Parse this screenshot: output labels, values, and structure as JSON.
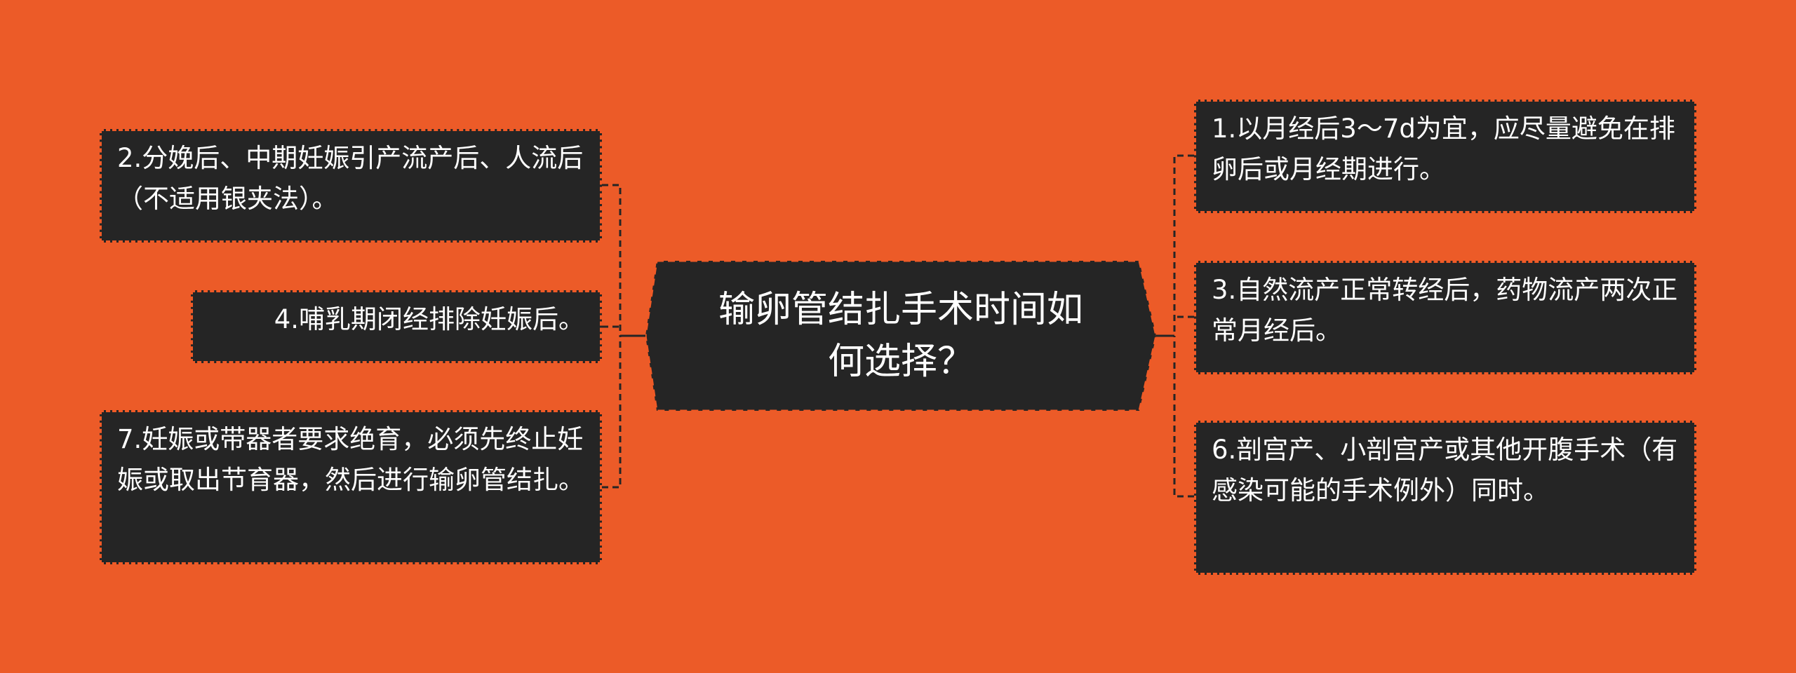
{
  "colors": {
    "background": "#ec5b28",
    "node_fill": "#252525",
    "node_border": "#f05a26",
    "connector": "#252525",
    "text": "#ffffff"
  },
  "center": {
    "title": "输卵管结扎手术时间如何选择？"
  },
  "left_topics": [
    {
      "text": "2.分娩后、中期妊娠引产流产后、人流后（不适用银夹法）。"
    },
    {
      "text": "4.哺乳期闭经排除妊娠后。"
    },
    {
      "text": "7.妊娠或带器者要求绝育，必须先终止妊娠或取出节育器，然后进行输卵管结扎。"
    }
  ],
  "right_topics": [
    {
      "text": "1.以月经后3～7d为宜，应尽量避免在排卵后或月经期进行。"
    },
    {
      "text": "3.自然流产正常转经后，药物流产两次正常月经后。"
    },
    {
      "text": "6.剖宫产、小剖宫产或其他开腹手术（有感染可能的手术例外）同时。"
    }
  ]
}
